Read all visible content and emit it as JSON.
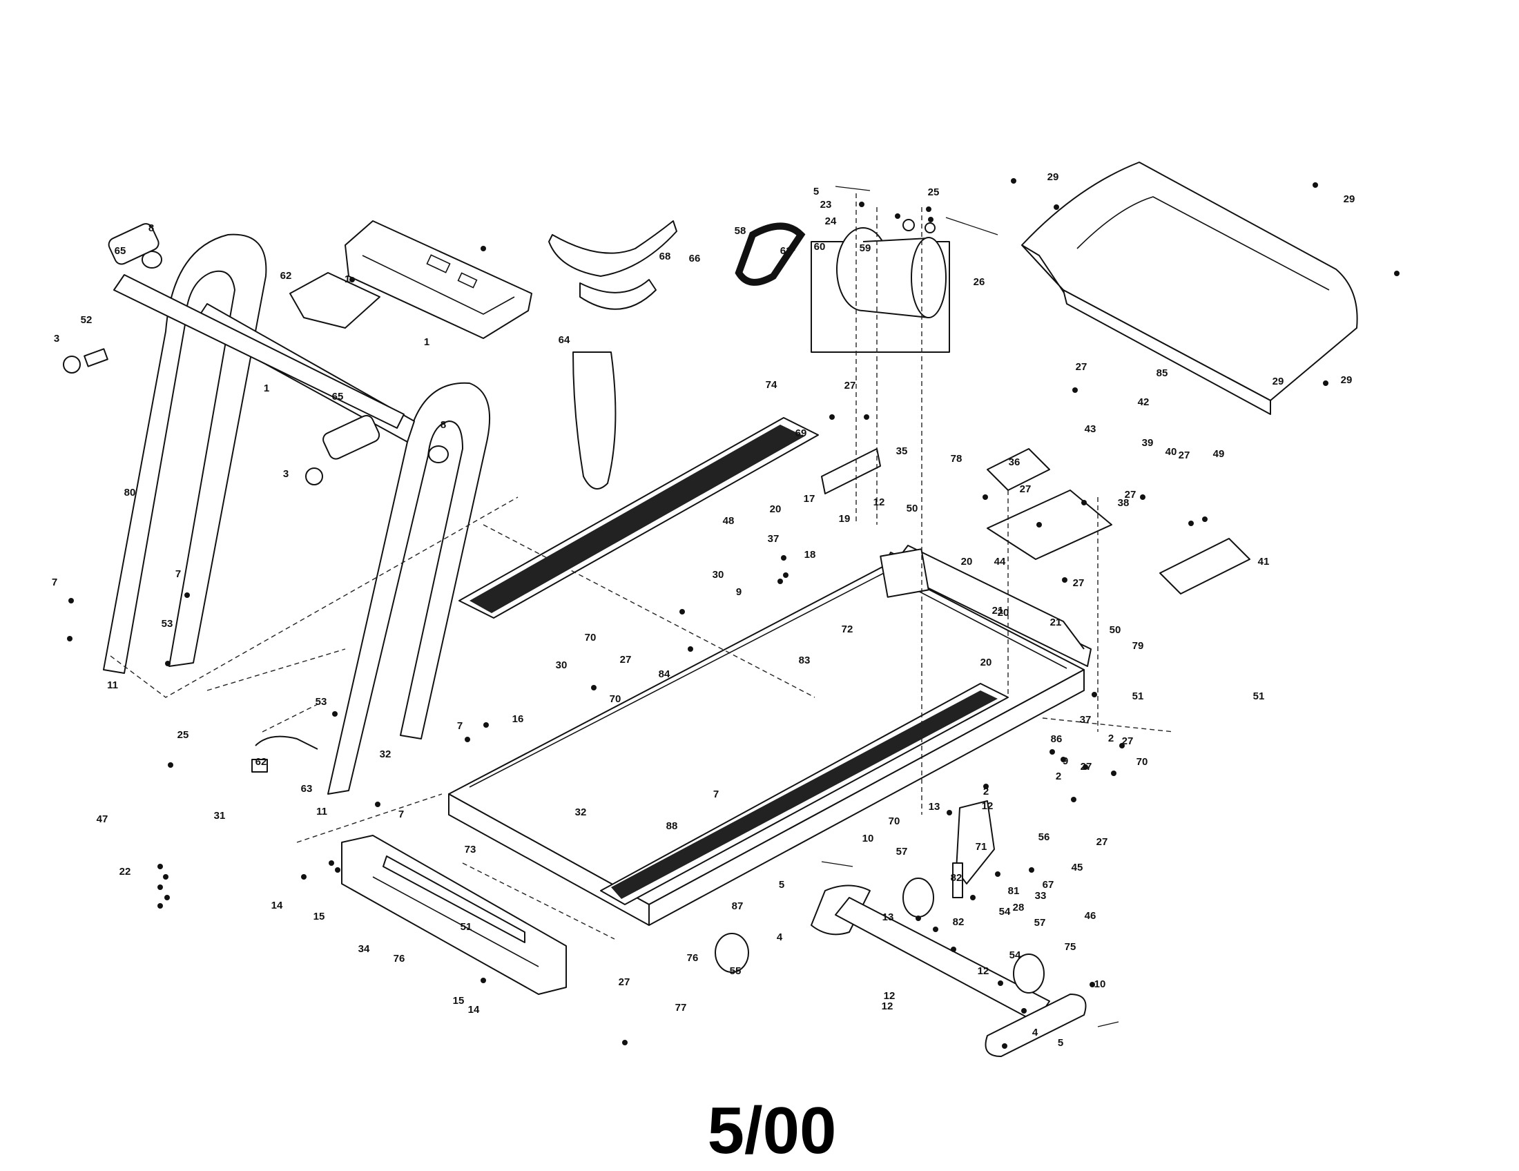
{
  "footer": {
    "date_code": "5/00"
  },
  "labels": [
    "1",
    "1",
    "1",
    "2",
    "2",
    "2",
    "3",
    "3",
    "4",
    "4",
    "5",
    "5",
    "5",
    "7",
    "7",
    "7",
    "7",
    "7",
    "8",
    "8",
    "9",
    "9",
    "10",
    "10",
    "11",
    "11",
    "12",
    "12",
    "12",
    "12",
    "12",
    "13",
    "13",
    "14",
    "14",
    "15",
    "15",
    "16",
    "17",
    "18",
    "19",
    "20",
    "20",
    "20",
    "20",
    "21",
    "21",
    "22",
    "23",
    "24",
    "25",
    "25",
    "26",
    "27",
    "27",
    "27",
    "27",
    "27",
    "27",
    "27",
    "27",
    "27",
    "27",
    "27",
    "28",
    "29",
    "29",
    "29",
    "29",
    "30",
    "30",
    "31",
    "32",
    "32",
    "33",
    "34",
    "35",
    "36",
    "37",
    "37",
    "38",
    "39",
    "40",
    "41",
    "42",
    "43",
    "44",
    "45",
    "46",
    "47",
    "48",
    "49",
    "50",
    "50",
    "51",
    "51",
    "51",
    "52",
    "53",
    "53",
    "54",
    "54",
    "55",
    "56",
    "57",
    "57",
    "58",
    "59",
    "60",
    "61*",
    "62",
    "62",
    "63",
    "64",
    "65",
    "65",
    "66",
    "67",
    "68",
    "69",
    "70",
    "70",
    "70",
    "70",
    "71",
    "72",
    "73",
    "74",
    "75",
    "76",
    "76",
    "77",
    "78",
    "79",
    "80",
    "81",
    "82",
    "82",
    "83",
    "84",
    "85",
    "86",
    "87",
    "88"
  ]
}
